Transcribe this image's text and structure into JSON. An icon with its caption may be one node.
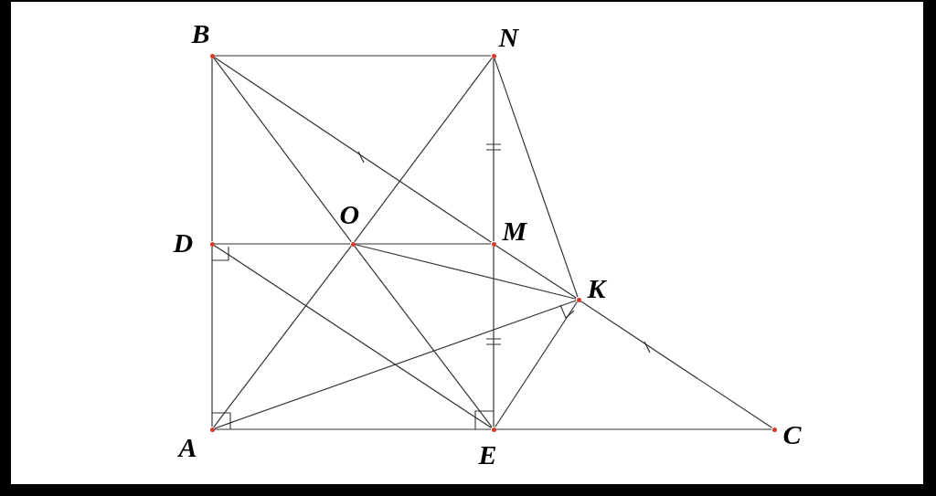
{
  "diagram": {
    "nodes": [
      {
        "text": [
          "B"
        ]
      },
      {
        "text": [
          "N"
        ]
      },
      {
        "text": [
          "D"
        ]
      },
      {
        "text": [
          "O"
        ]
      },
      {
        "text": [
          "M"
        ]
      },
      {
        "text": [
          "K"
        ]
      },
      {
        "text": [
          "A"
        ]
      },
      {
        "text": [
          "E"
        ]
      },
      {
        "text": [
          "C"
        ]
      }
    ],
    "edges": [
      {
        "from": 0,
        "to": 1,
        "arrow": "none"
      },
      {
        "from": 0,
        "to": 2,
        "arrow": "none"
      },
      {
        "from": 2,
        "to": 6,
        "arrow": "none"
      },
      {
        "from": 6,
        "to": 7,
        "arrow": "none"
      },
      {
        "from": 7,
        "to": 8,
        "arrow": "none"
      },
      {
        "from": 1,
        "to": 4,
        "arrow": "none"
      },
      {
        "from": 4,
        "to": 7,
        "arrow": "none"
      },
      {
        "from": 0,
        "to": 4,
        "arrow": "none"
      },
      {
        "from": 4,
        "to": 5,
        "arrow": "none"
      },
      {
        "from": 5,
        "to": 8,
        "arrow": "none"
      },
      {
        "from": 0,
        "to": 3,
        "arrow": "none"
      },
      {
        "from": 3,
        "to": 7,
        "arrow": "none"
      },
      {
        "from": 1,
        "to": 3,
        "arrow": "none"
      },
      {
        "from": 3,
        "to": 6,
        "arrow": "none"
      },
      {
        "from": 2,
        "to": 3,
        "arrow": "none"
      },
      {
        "from": 3,
        "to": 4,
        "arrow": "none"
      },
      {
        "from": 2,
        "to": 7,
        "arrow": "none"
      },
      {
        "from": 3,
        "to": 5,
        "arrow": "none"
      },
      {
        "from": 6,
        "to": 5,
        "arrow": "none"
      },
      {
        "from": 1,
        "to": 5,
        "arrow": "none"
      },
      {
        "from": 7,
        "to": 5,
        "arrow": "none"
      }
    ]
  }
}
